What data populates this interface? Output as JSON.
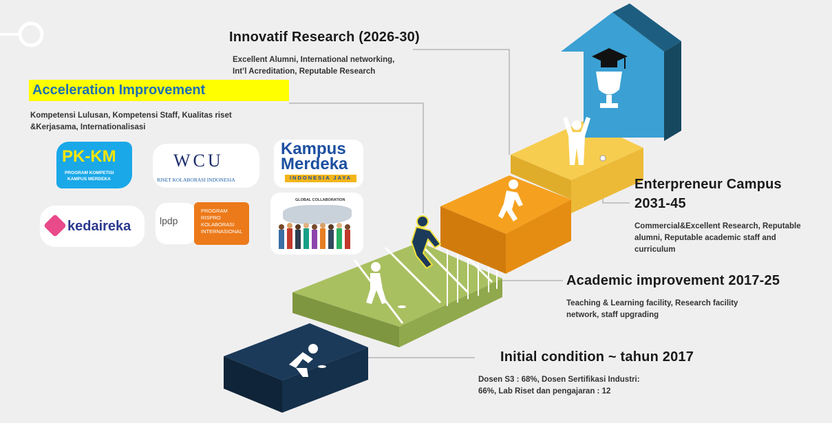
{
  "sections": {
    "innovative": {
      "title": "Innovatif Research (2026-30)",
      "line1": "Excellent  Alumni,  International  networking,",
      "line2": "Int’l Acreditation, Reputable Research"
    },
    "acceleration": {
      "title": "Acceleration Improvement",
      "line1": "Kompetensi Lulusan, Kompetensi Staff,  Kualitas riset",
      "line2": "&Kerjasama, Internationalisasi"
    },
    "entrepreneur": {
      "title_line1": "Enterpreneur Campus",
      "title_line2": "2031-45",
      "line1": "Commercial&Excellent Research, Reputable",
      "line2": "alumni, Reputable academic staff and",
      "line3": "curriculum"
    },
    "academic": {
      "title": "Academic improvement 2017-25",
      "line1": "Teaching & Learning facility, Research facility",
      "line2": "network, staff upgrading"
    },
    "initial": {
      "title": "Initial condition ~ tahun 2017",
      "line1": "Dosen S3 : 68%, Dosen Sertifikasi Industri:",
      "line2": "66%, Lab Riset dan pengajaran : 12"
    }
  },
  "logos": {
    "pkkm_title": "PK-KM",
    "pkkm_sub1": "PROGRAM KOMPETISI",
    "pkkm_sub2": "KAMPUS MERDEKA",
    "wcu_title": "WCU",
    "wcu_sub": "RISET KOLABORASI INDONESIA",
    "kampus_line1": "Kampus",
    "kampus_line2": "Merdeka",
    "kampus_sub": "INDONESIA JAYA",
    "kedaireka": "kedaireka",
    "lpdp": "lpdp",
    "rispro_1": "PROGRAM",
    "rispro_2": "RISPRO",
    "rispro_3": "KOLABORASI",
    "rispro_4": "INTERNASIONAL",
    "global": "GLOBAL COLLABORATION"
  },
  "colors": {
    "step_navy": "#17334f",
    "step_green": "#9bb555",
    "step_orange": "#f39a1e",
    "step_yellow": "#f7c948",
    "arrow_blue": "#3c9fd1",
    "highlight": "#ffff00",
    "title_blue": "#1f6fb3"
  },
  "icons": [
    "crouching-runner-icon",
    "walking-person-icon",
    "hurdle-jumper-icon",
    "running-person-icon",
    "cheering-person-icon",
    "graduation-cap-icon",
    "trophy-icon"
  ]
}
